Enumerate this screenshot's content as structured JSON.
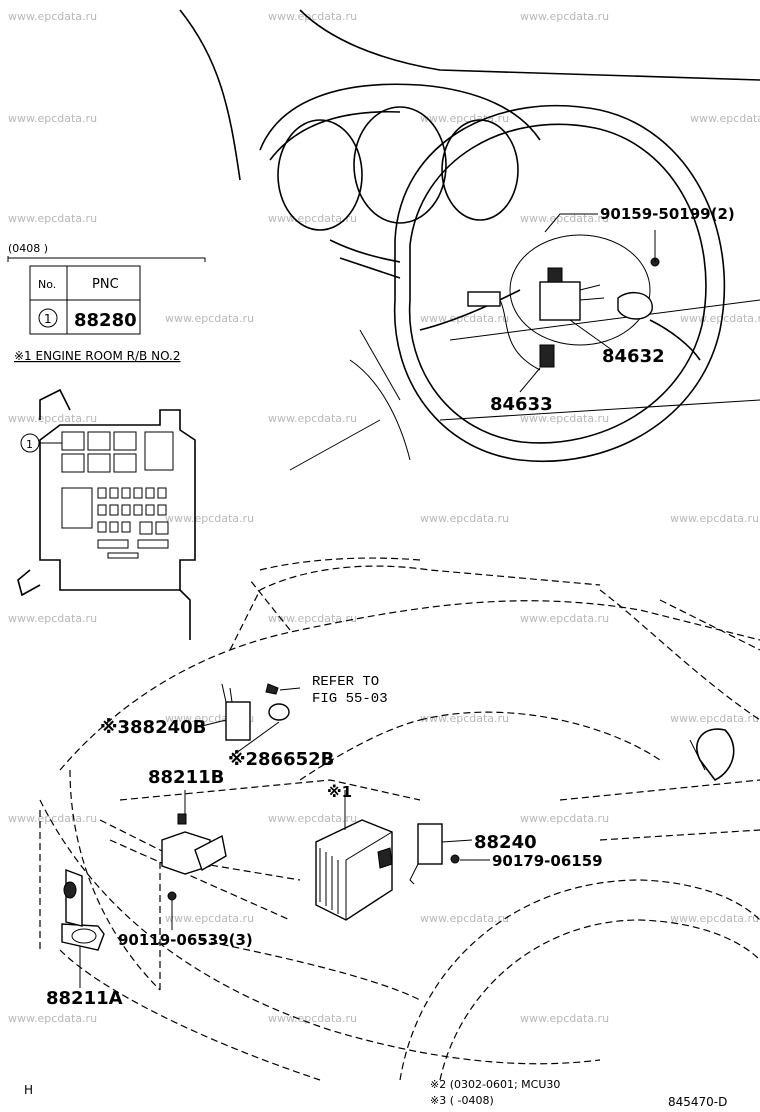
{
  "watermark": "www.epcdata.ru",
  "table": {
    "date_range": "(0408      )",
    "headers": {
      "no": "No.",
      "pnc": "PNC"
    },
    "rows": [
      {
        "no": "1",
        "pnc": "88280"
      }
    ]
  },
  "engine_room_label": "※1 ENGINE ROOM R/B NO.2",
  "callout_1": "1",
  "parts": {
    "p90159": "90159-50199(2)",
    "p84632": "84632",
    "p84633": "84633",
    "refer_line1": "REFER TO",
    "refer_line2": "FIG 55-03",
    "p88240B": "※388240B",
    "p86652B": "※286652B",
    "p88211B": "88211B",
    "mark1": "※1",
    "p88240": "88240",
    "p90179": "90179-06159",
    "p90119": "90119-06539(3)",
    "p88211A": "88211A"
  },
  "footer": {
    "h_mark": "H",
    "note2": "※2 (0302-0601; MCU30",
    "note3": "※3 (     -0408)",
    "figure_code": "845470-D"
  }
}
